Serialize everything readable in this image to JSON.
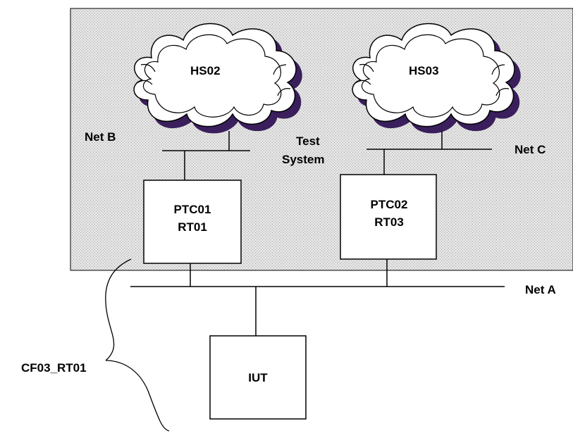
{
  "test_system": {
    "label_line1": "Test",
    "label_line2": "System",
    "background_color": "#e4e4e4",
    "hatch_color": "#a8a8a8"
  },
  "clouds": [
    {
      "id": "hs02",
      "label": "HS02"
    },
    {
      "id": "hs03",
      "label": "HS03"
    }
  ],
  "networks": {
    "net_a": "Net A",
    "net_b": "Net B",
    "net_c": "Net C"
  },
  "nodes": {
    "ptc01": {
      "line1": "PTC01",
      "line2": "RT01"
    },
    "ptc02": {
      "line1": "PTC02",
      "line2": "RT03"
    },
    "iut": {
      "label": "IUT"
    }
  },
  "brace_label": "CF03_RT01",
  "colors": {
    "cloud_fill": "#ffffff",
    "cloud_shadow": "#3a1f5c",
    "line": "#000000"
  }
}
